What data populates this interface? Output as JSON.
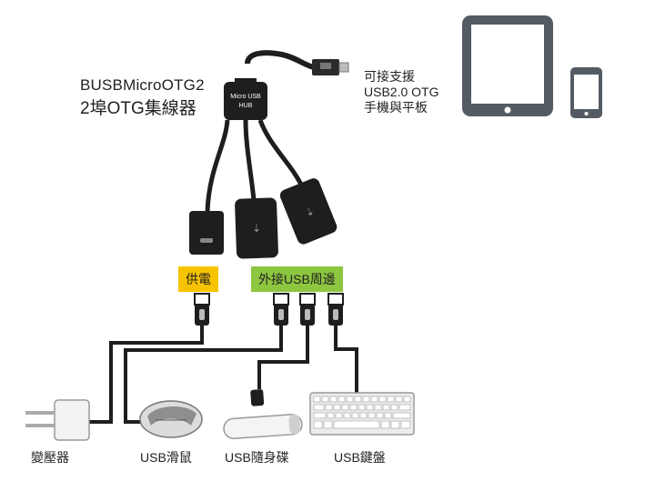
{
  "title": {
    "line1": "BUSBMicroOTG2",
    "line2": "2埠OTG集線器"
  },
  "hub_label": {
    "line1": "Micro USB",
    "line2": "HUB"
  },
  "support": {
    "line1": "可接支援",
    "line2": "USB2.0 OTG",
    "line3": "手機與平板"
  },
  "labels": {
    "power": "供電",
    "peripherals": "外接USB周邊"
  },
  "devices": {
    "adapter": "變壓器",
    "mouse": "USB滑鼠",
    "flash_drive": "USB隨身碟",
    "keyboard": "USB鍵盤"
  },
  "colors": {
    "power_bg": "#f7c300",
    "peripheral_bg": "#8dc63f",
    "device_icon": "#555b63",
    "cable": "#1e1e1e"
  }
}
